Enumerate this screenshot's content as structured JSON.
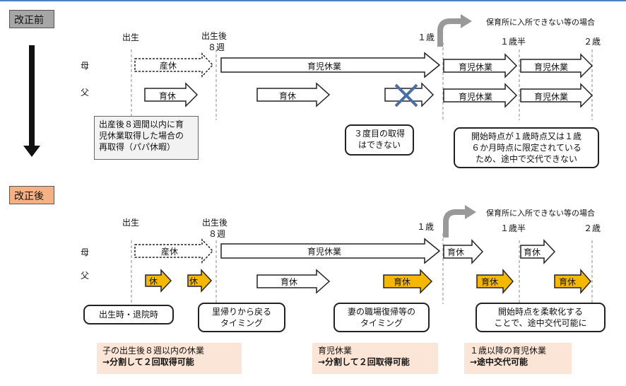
{
  "before": {
    "section_label": "改正前",
    "timeline": {
      "birth": "出生",
      "after_birth_line1": "出生後",
      "after_birth_line2": "８週",
      "one_year": "１歳",
      "one_half_year": "１歳半",
      "two_years": "２歳",
      "nursery_note": "保育所に入所できない等の場合"
    },
    "rows": {
      "mother": "母",
      "father": "父"
    },
    "arrows": {
      "sankyu": "産休",
      "ikuji_main": "育児休業",
      "father_ikukyu_1": "育休",
      "father_ikukyu_2": "育休",
      "ext_mother_1": "育児休業",
      "ext_mother_2": "育児休業",
      "ext_father_1": "育児休業",
      "ext_father_2": "育児休業"
    },
    "callouts": {
      "papa_line1": "出産後８週間以内に育",
      "papa_line2": "児休業取得した場合の",
      "papa_line3": "再取得（パパ休暇）",
      "third_line1": "３度目の取得",
      "third_line2": "はできない",
      "start_line1": "開始時点が１歳時点又は１歳",
      "start_line2": "６か月時点に限定されている",
      "start_line3": "ため、途中で交代できない"
    }
  },
  "after": {
    "section_label": "改正後",
    "timeline": {
      "birth": "出生",
      "after_birth_line1": "出生後",
      "after_birth_line2": "８週",
      "one_year": "１歳",
      "one_half_year": "１歳半",
      "two_years": "２歳",
      "nursery_note": "保育所に入所できない等の場合"
    },
    "rows": {
      "mother": "母",
      "father": "父"
    },
    "arrows": {
      "sankyu": "産休",
      "ikuji_main": "育児休業",
      "mother_ext_1": "育休",
      "mother_ext_2": "育休",
      "father_kyu_1": "休",
      "father_kyu_2": "休",
      "father_ikukyu": "育休",
      "father_orange_1": "育休",
      "father_orange_2": "育休",
      "father_orange_3": "育休"
    },
    "callouts": {
      "birth_discharge": "出生時・退院時",
      "return_home_line1": "里帰りから戻る",
      "return_home_line2": "タイミング",
      "wife_return_line1": "妻の職場復帰等の",
      "wife_return_line2": "タイミング",
      "flexible_line1": "開始時点を柔軟化する",
      "flexible_line2": "ことで、途中交代可能に"
    },
    "notes": {
      "n1_line1": "子の出生後８週以内の休業",
      "n1_line2": "→分割して２回取得可能",
      "n2_line1": "育児休業",
      "n2_line2": "→分割して２回取得可能",
      "n3_line1": "１歳以降の育児休業",
      "n3_line2": "→途中交代可能"
    }
  },
  "colors": {
    "top_rule": "#4a7fc1",
    "before_label_bg": "#a6a6a6",
    "after_label_bg": "#f4b183",
    "orange_arrow": "#f5b800",
    "note_bg": "#fbe5d6",
    "papa_callout_bg": "#f2f2f2",
    "cross": "#4a6fa5"
  }
}
